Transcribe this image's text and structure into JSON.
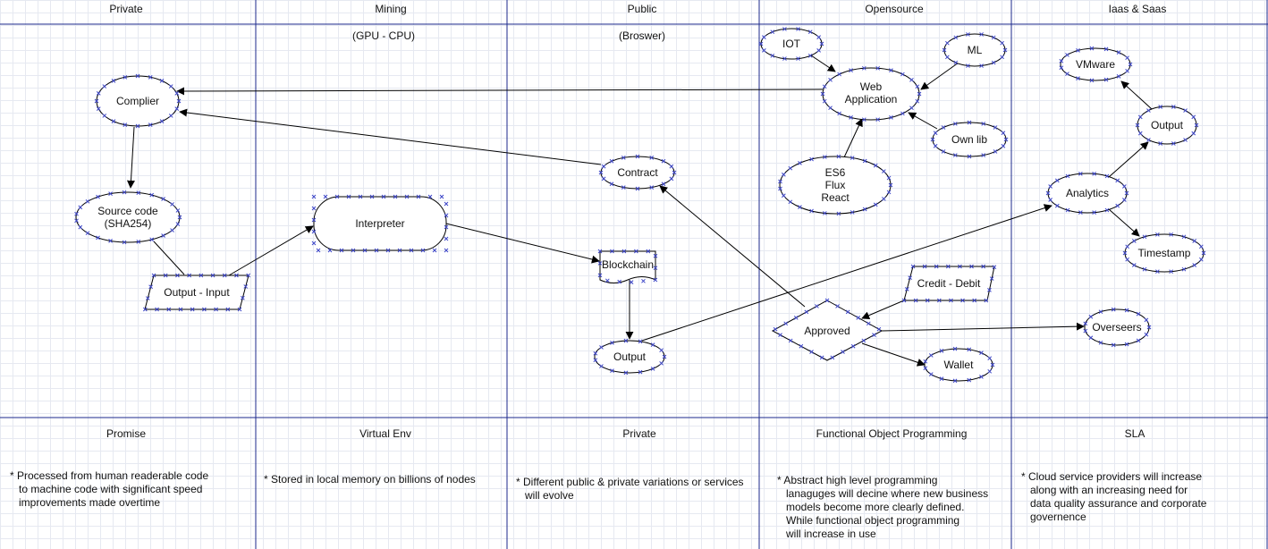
{
  "lanes": {
    "private": {
      "title": "Private",
      "subtitle": ""
    },
    "mining": {
      "title": "Mining",
      "subtitle": "(GPU - CPU)"
    },
    "public": {
      "title": "Public",
      "subtitle": "(Broswer)"
    },
    "opensource": {
      "title": "Opensource",
      "subtitle": ""
    },
    "iaas": {
      "title": "Iaas & Saas",
      "subtitle": ""
    }
  },
  "footer": {
    "promise": {
      "title": "Promise",
      "note": "* Processed from human readerable code\n   to machine code with significant speed\n   improvements made overtime"
    },
    "virtual_env": {
      "title": "Virtual Env",
      "note": "* Stored in local memory on billions of nodes"
    },
    "private": {
      "title": "Private",
      "note": "* Different public & private variations or services\n   will evolve"
    },
    "fop": {
      "title": "Functional Object Programming",
      "note": "* Abstract high level programming\n   lanaguges will decine where new business\n   models become more clearly defined.\n   While functional object programming\n   will increase in use"
    },
    "sla": {
      "title": "SLA",
      "note": "* Cloud service providers will increase\n   along with an increasing need for\n   data quality assurance and corporate\n   governence"
    }
  },
  "nodes": {
    "complier": "Complier",
    "source_code": "Source code\n(SHA254)",
    "output_input": "Output - Input",
    "interpreter": "Interpreter",
    "contract": "Contract",
    "blockchain": "Blockchain",
    "output_public": "Output",
    "iot": "IOT",
    "ml": "ML",
    "web_application": "Web\nApplication",
    "own_lib": "Own lib",
    "es6": "ES6\nFlux\nReact",
    "approved": "Approved",
    "credit_debit": "Credit - Debit",
    "wallet": "Wallet",
    "vmware": "VMware",
    "output_iaas": "Output",
    "analytics": "Analytics",
    "timestamp": "Timestamp",
    "overseers": "Overseers"
  },
  "colors": {
    "lane_line": "#1c2a8c",
    "shape_stroke": "#000000",
    "handle": "#3d46c8",
    "grid": "#e6e9f1"
  }
}
